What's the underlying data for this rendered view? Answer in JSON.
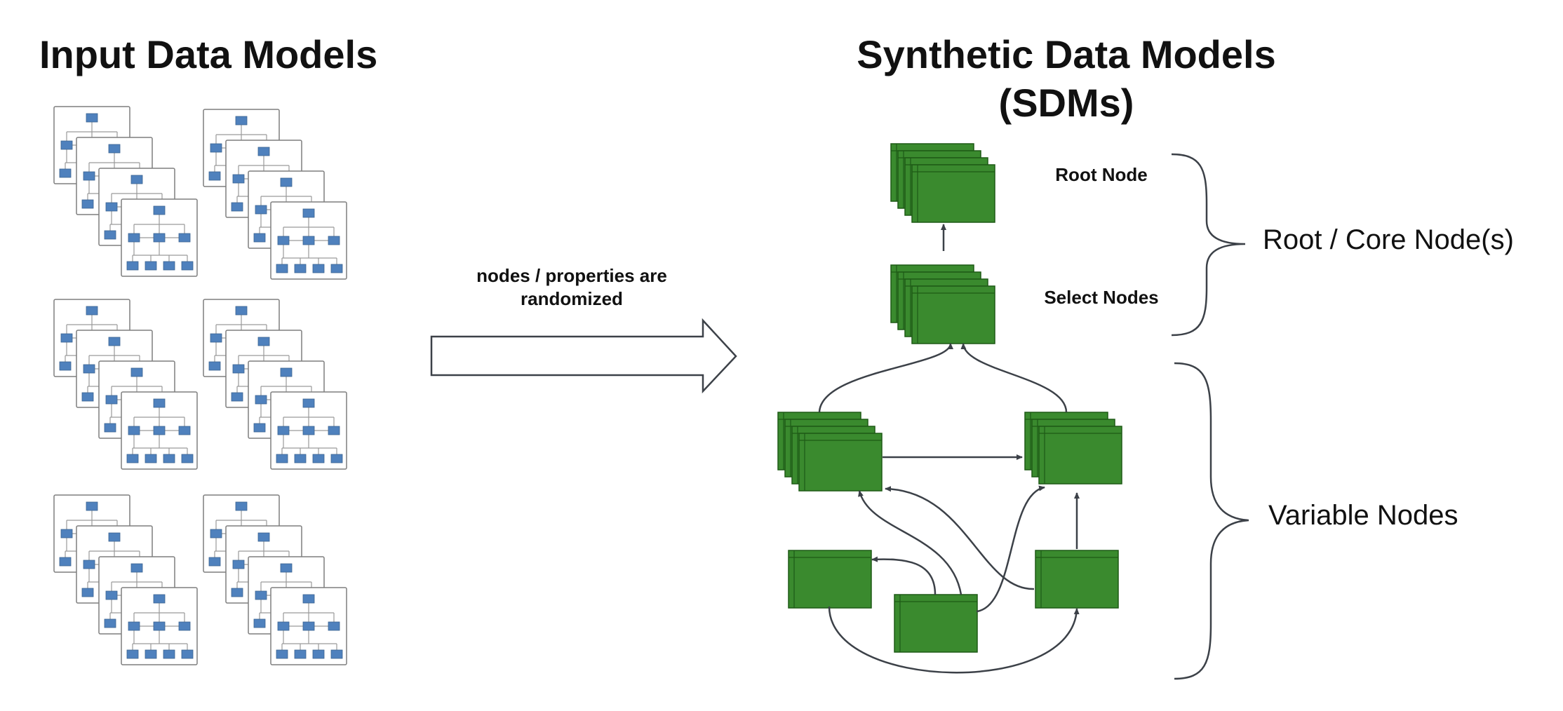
{
  "left": {
    "title": "Input Data Models"
  },
  "middle": {
    "arrow_caption_line1": "nodes / properties are",
    "arrow_caption_line2": "randomized"
  },
  "right": {
    "title_line1": "Synthetic Data Models",
    "title_line2": "(SDMs)",
    "root_node_label": "Root Node",
    "select_nodes_label": "Select Nodes",
    "root_core_label": "Root / Core Node(s)",
    "variable_nodes_label": "Variable Nodes"
  },
  "colors": {
    "node_green": "#3a8a2e",
    "node_green_stroke": "#1e5a16",
    "mini_node_blue": "#4f81bd",
    "mini_frame": "#7f7f7f",
    "edge": "#3c4148"
  },
  "icons": {
    "stack_card": "tree-diagram-card-icon"
  }
}
